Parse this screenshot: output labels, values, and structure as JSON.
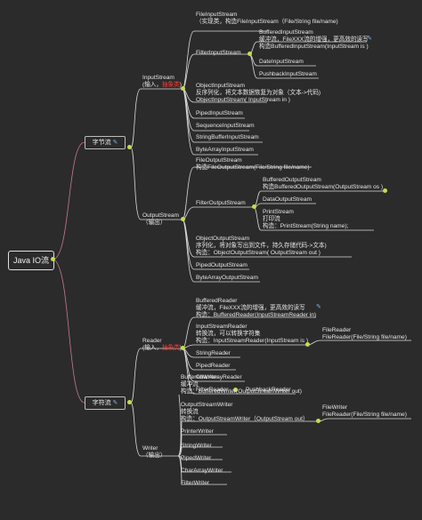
{
  "root": "Java IO流",
  "byte_stream": {
    "label": "字节流",
    "input": {
      "label": "InputStream",
      "sub_a": "(输入，",
      "sub_red": "抽象类",
      "sub_b": ")",
      "file": [
        "FileInputStream",
        "（实现类，构造FileInputStream（File/String file/name)"
      ],
      "filter": "FilterInputStream",
      "buffered": [
        "BufferedInputStream",
        "缓冲流，FileXXX流的增强，更高效的读写",
        "构造BufferedInputStream(InputStream is )"
      ],
      "data": "DateInputStream",
      "pushback": "PushbackInputStream",
      "object": [
        "ObjectInputStream",
        "反序列化，将文本数据恢复为对象（文本->代码)",
        "ObjectInputStream( InputStream in )"
      ],
      "others": [
        "PipedInputStream",
        "SequenceInputStream",
        "StringBufferInputStream",
        "ByteArrayInputStream"
      ]
    },
    "output": {
      "label": "OutputStream",
      "sub": "（输出）",
      "file": [
        "FileOutputStream",
        "构造FileOutputStream(File/String file/name)"
      ],
      "filter": "FilterOutputStream",
      "buffered": [
        "BufferedOutputStream",
        "构造BufferedOutputStream(OutputStream os )"
      ],
      "data": "DataOutputStream",
      "print": [
        "PrintStream",
        "打印流",
        "构造：PrintStream(String name);"
      ],
      "object": [
        "ObjectOutputStream",
        "序列化，将对象写出到文件，持久存储代码->文本)",
        "构造：ObjectOutputStream( OutputStream out )"
      ],
      "others": [
        "PipedOutputStream",
        "ByteArrayOutputStream"
      ]
    }
  },
  "char_stream": {
    "label": "字符流",
    "reader": {
      "label": "Reader",
      "sub_a": "(输入，",
      "sub_red": "抽象类",
      "sub_b": ")",
      "buffered": [
        "BufferedReader",
        "缓冲流，FileXXX流的增强，更高效的读写",
        "构造：BufferedReader(InputStreamReader in)"
      ],
      "isr": [
        "InputStreamReader",
        "转换流，可以转换字符集",
        "构造：InputStreamReader(InputStream is )"
      ],
      "file": [
        "FileReader",
        "FileReader(File/String file/name)"
      ],
      "others": [
        "StringReader",
        "PipedReader",
        "CharArrayReader"
      ],
      "filter": "FilterReader",
      "pushback": "PushbackReader"
    },
    "writer": {
      "label": "Writer",
      "sub": "（输出）",
      "buffered": [
        "BufferedWriter",
        "缓冲流",
        "构造：BufferedWriter(OutputStreamWriter out)"
      ],
      "osw": [
        "OutputStreamWriter",
        "转换流",
        "构造：OutputStreamWriter（OutputStream out）"
      ],
      "file": [
        "FileWriter",
        "FileReader(File/String file/name)"
      ],
      "others": [
        "PrinterWriter",
        "StringWriter",
        "PipedWriter",
        "CharArrayWriter",
        "FilterWriter"
      ]
    }
  },
  "icons": [
    "tool-icon"
  ],
  "colors": {
    "background": "#2b2b2b",
    "line": "#d8d8d8",
    "dot": "#c6dc4e",
    "accent": "#ff3b30",
    "tool": "#7fb0e8",
    "root_link": "#c87a8c"
  }
}
